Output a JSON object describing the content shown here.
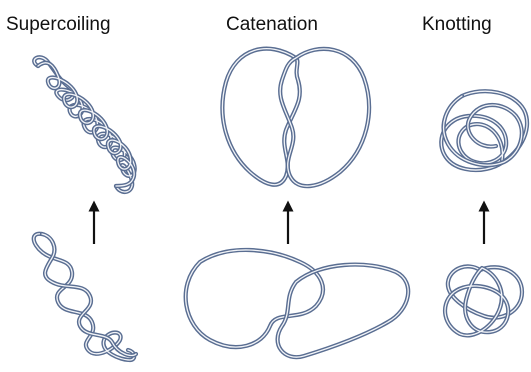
{
  "panels": [
    {
      "title": "Supercoiling"
    },
    {
      "title": "Catenation"
    },
    {
      "title": "Knotting"
    }
  ],
  "colors": {
    "strand": "#5a6e92",
    "strand_core": "#f2f4f8",
    "arrow": "#111111",
    "text": "#111111"
  }
}
